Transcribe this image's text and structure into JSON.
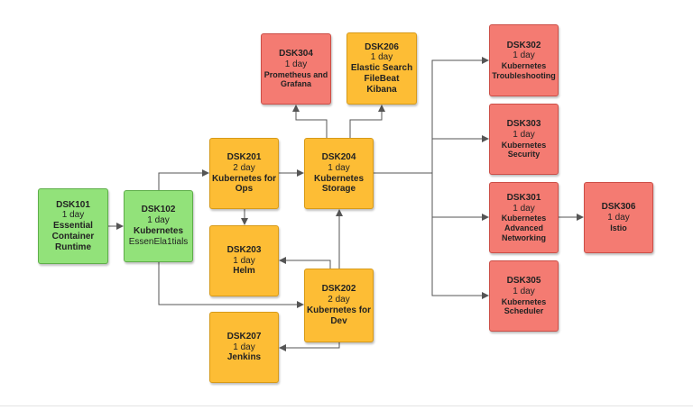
{
  "colors": {
    "green": "#92e27a",
    "orange": "#fdbd35",
    "red": "#f47b72",
    "edge": "#555555"
  },
  "nodes": [
    {
      "id": "DSK101",
      "code": "DSK101",
      "duration": "1 day",
      "title": [
        "Essential",
        "Container",
        "Runtime"
      ],
      "color": "green"
    },
    {
      "id": "DSK102",
      "code": "DSK102",
      "duration": "1 day",
      "title": [
        "Kubernetes",
        "EssenEla1tials"
      ],
      "color": "green"
    },
    {
      "id": "DSK201",
      "code": "DSK201",
      "duration": "2 day",
      "title": [
        "Kubernetes for",
        "Ops"
      ],
      "color": "orange"
    },
    {
      "id": "DSK203",
      "code": "DSK203",
      "duration": "1 day",
      "title": [
        "Helm"
      ],
      "color": "orange"
    },
    {
      "id": "DSK207",
      "code": "DSK207",
      "duration": "1 day",
      "title": [
        "Jenkins"
      ],
      "color": "orange"
    },
    {
      "id": "DSK202",
      "code": "DSK202",
      "duration": "2 day",
      "title": [
        "Kubernetes for",
        "Dev"
      ],
      "color": "orange"
    },
    {
      "id": "DSK204",
      "code": "DSK204",
      "duration": "1 day",
      "title": [
        "Kubernetes",
        "Storage"
      ],
      "color": "orange"
    },
    {
      "id": "DSK304",
      "code": "DSK304",
      "duration": "1 day",
      "title": [
        "Prometheus and",
        "Grafana"
      ],
      "color": "red"
    },
    {
      "id": "DSK206",
      "code": "DSK206",
      "duration": "1 day",
      "title": [
        "Elastic Search",
        "FileBeat",
        "Kibana"
      ],
      "color": "orange"
    },
    {
      "id": "DSK302",
      "code": "DSK302",
      "duration": "1 day",
      "title": [
        "Kubernetes",
        "Troubleshooting"
      ],
      "color": "red"
    },
    {
      "id": "DSK303",
      "code": "DSK303",
      "duration": "1 day",
      "title": [
        "Kubernetes",
        "Security"
      ],
      "color": "red"
    },
    {
      "id": "DSK301",
      "code": "DSK301",
      "duration": "1 day",
      "title": [
        "Kubernetes",
        "Advanced",
        "Networking"
      ],
      "color": "red"
    },
    {
      "id": "DSK305",
      "code": "DSK305",
      "duration": "1 day",
      "title": [
        "Kubernetes",
        "Scheduler"
      ],
      "color": "red"
    },
    {
      "id": "DSK306",
      "code": "DSK306",
      "duration": "1 day",
      "title": [
        "Istio"
      ],
      "color": "red"
    }
  ],
  "edges": [
    {
      "from": "DSK101",
      "to": "DSK102"
    },
    {
      "from": "DSK102",
      "to": "DSK201"
    },
    {
      "from": "DSK102",
      "to": "DSK202"
    },
    {
      "from": "DSK201",
      "to": "DSK204"
    },
    {
      "from": "DSK201",
      "to": "DSK203"
    },
    {
      "from": "DSK202",
      "to": "DSK203"
    },
    {
      "from": "DSK202",
      "to": "DSK207"
    },
    {
      "from": "DSK202",
      "to": "DSK204"
    },
    {
      "from": "DSK204",
      "to": "DSK304"
    },
    {
      "from": "DSK204",
      "to": "DSK206"
    },
    {
      "from": "DSK204",
      "to": "DSK302"
    },
    {
      "from": "DSK204",
      "to": "DSK303"
    },
    {
      "from": "DSK204",
      "to": "DSK301"
    },
    {
      "from": "DSK204",
      "to": "DSK305"
    },
    {
      "from": "DSK301",
      "to": "DSK306"
    }
  ]
}
